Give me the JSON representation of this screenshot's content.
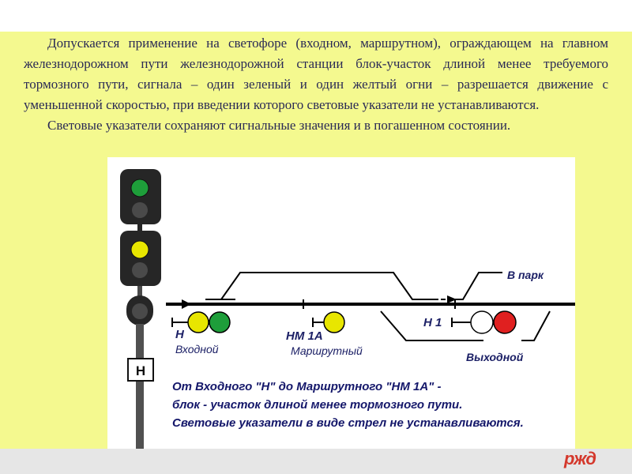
{
  "slide": {
    "paragraph_1": "Допускается применение на светофоре (входном, маршрутном), ограждающем на главном железнодорожном пути железнодорожной станции блок-участок длиной менее требуемого тормозного пути, сигнала – один зеленый и один желтый огни – разрешается движение с уменьшенной скоростью, при введении которого световые указатели не устанавливаются.",
    "paragraph_2": "Световые указатели сохраняют сигнальные значения и в погашенном состоянии."
  },
  "signal": {
    "post_label": "Н",
    "top_light_color": "#1e9e3a",
    "second_light_color": "#e8e600",
    "off_light_color": "#4a4a4a"
  },
  "diagram": {
    "park_label": "В парк",
    "entry_signal_name": "Н",
    "entry_signal_type": "Входной",
    "route_signal_name": "НМ 1А",
    "route_signal_type": "Маршрутный",
    "exit_signal_name": "Н 1",
    "exit_signal_type": "Выходной",
    "caption_line_1": "От Входного \"Н\" до Маршрутного \"НМ 1А\" -",
    "caption_line_2": "блок - участок длиной менее тормозного пути.",
    "caption_line_3": "Световые указатели в виде стрел не устанавливаются."
  },
  "logo": "ржд"
}
